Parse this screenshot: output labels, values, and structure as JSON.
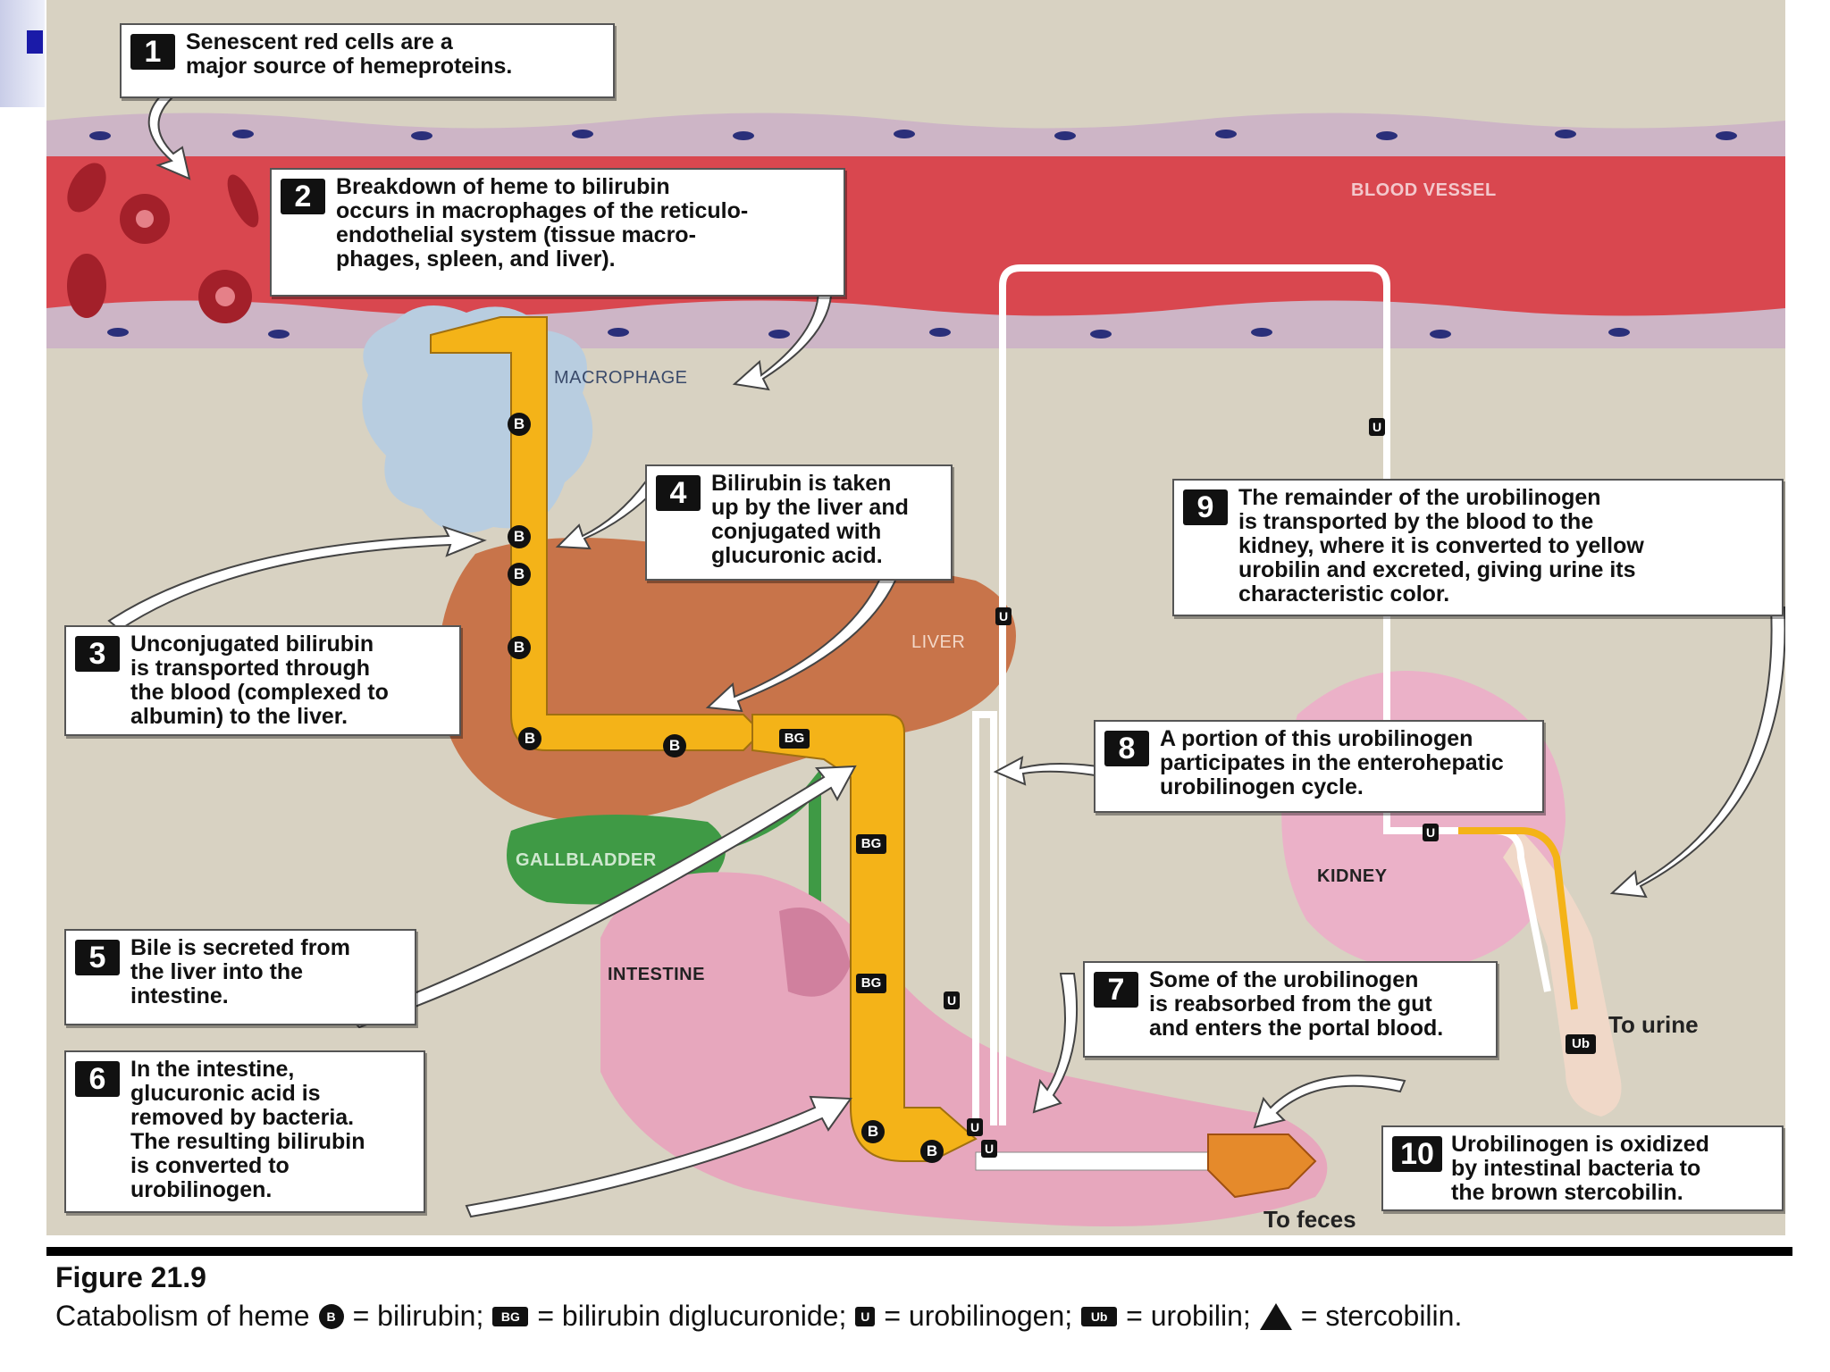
{
  "labels": {
    "blood_vessel": "BLOOD VESSEL",
    "macrophage": "MACROPHAGE",
    "liver": "LIVER",
    "gallbladder": "GALLBLADDER",
    "intestine": "INTESTINE",
    "kidney": "KIDNEY",
    "to_urine": "To urine",
    "to_feces": "To feces"
  },
  "tags": {
    "b": "B",
    "bg": "BG",
    "u": "U",
    "ub": "Ub"
  },
  "callouts": [
    {
      "num": "1",
      "text": "Senescent red cells are a\nmajor source of hemeproteins."
    },
    {
      "num": "2",
      "text": "Breakdown of heme to bilirubin\noccurs in macrophages of the reticulo-\nendothelial system (tissue macro-\nphages, spleen, and liver)."
    },
    {
      "num": "3",
      "text": "Unconjugated bilirubin\nis transported through\nthe blood (complexed to\nalbumin) to the liver."
    },
    {
      "num": "4",
      "text": "Bilirubin is taken\nup by the liver and\nconjugated with\nglucuronic acid."
    },
    {
      "num": "5",
      "text": "Bile is secreted from\nthe liver into the\nintestine."
    },
    {
      "num": "6",
      "text": "In the intestine,\nglucuronic acid is\nremoved by bacteria.\nThe resulting bilirubin\nis converted to\nurobilinogen."
    },
    {
      "num": "7",
      "text": "Some of the urobilinogen\nis reabsorbed from the gut\nand enters the portal blood."
    },
    {
      "num": "8",
      "text": "A portion of this urobilinogen\nparticipates in the enterohepatic\nurobilinogen cycle."
    },
    {
      "num": "9",
      "text": "The remainder of the urobilinogen\nis transported by the blood to the\nkidney, where it is converted to yellow\nurobilin and excreted, giving urine its\ncharacteristic color."
    },
    {
      "num": "10",
      "text": "Urobilinogen is oxidized\nby intestinal bacteria to\nthe brown stercobilin."
    }
  ],
  "caption": {
    "title": "Figure 21.9",
    "lead": "Catabolism of heme",
    "legend": [
      {
        "symbol": "B",
        "text": "= bilirubin;"
      },
      {
        "symbol": "BG",
        "text": "= bilirubin diglucuronide;"
      },
      {
        "symbol": "U",
        "text": "= urobilinogen;"
      },
      {
        "symbol": "Ub",
        "text": "= urobilin;"
      },
      {
        "symbol": "triangle",
        "text": "= stercobilin."
      }
    ]
  },
  "colors": {
    "background": "#d8d2c2",
    "blood_vessel": "#d9474f",
    "liver": "#c8744a",
    "gallbladder": "#3f9a45",
    "intestine": "#e7a7bd",
    "kidney": "#ebb1c8",
    "bilirubin_path": "#f4b318",
    "stercobilin": "#e58a2b",
    "macrophage": "#b8cde0"
  }
}
